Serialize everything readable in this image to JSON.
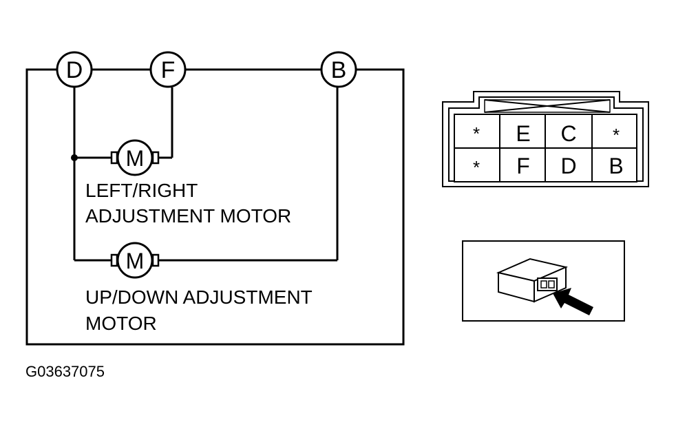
{
  "diagram": {
    "terminals": {
      "d": "D",
      "f": "F",
      "b": "B"
    },
    "motor_symbol": "M",
    "left_right_motor_label": {
      "line1": "LEFT/RIGHT",
      "line2": "ADJUSTMENT MOTOR"
    },
    "up_down_motor_label": {
      "line1": "UP/DOWN ADJUSTMENT",
      "line2": "MOTOR"
    }
  },
  "connector": {
    "top_row": [
      "*",
      "E",
      "C",
      "*"
    ],
    "bottom_row": [
      "*",
      "F",
      "D",
      "B"
    ]
  },
  "figure_id": "G03637075"
}
